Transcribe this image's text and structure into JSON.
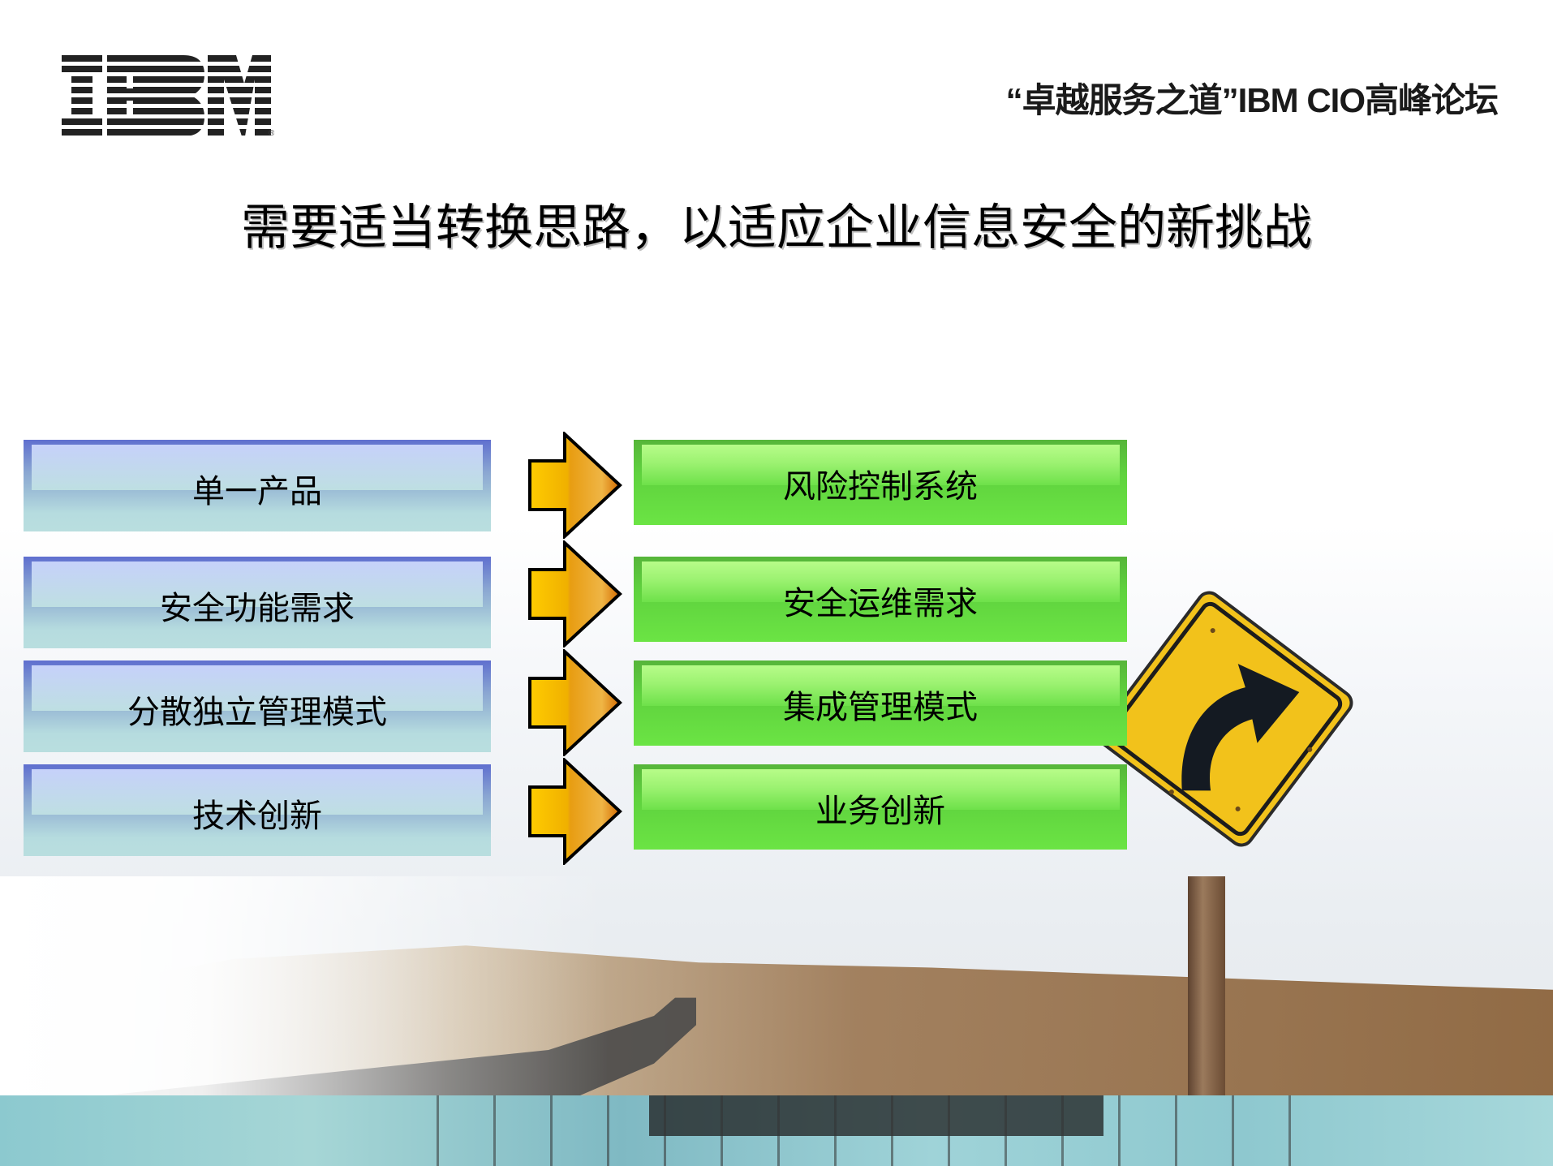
{
  "header": {
    "logo_text": "IBM",
    "forum_title": "“卓越服务之道”IBM CIO高峰论坛"
  },
  "slide": {
    "title": "需要适当转换思路，以适应企业信息安全的新挑战"
  },
  "diagram": {
    "from": [
      {
        "label": "单一产品"
      },
      {
        "label": "安全功能需求"
      },
      {
        "label": "分散独立管理模式"
      },
      {
        "label": "技术创新"
      }
    ],
    "to": [
      {
        "label": "风险控制系统"
      },
      {
        "label": "安全运维需求"
      },
      {
        "label": "集成管理模式"
      },
      {
        "label": "业务创新"
      }
    ],
    "arrow_icon": "right-arrow-icon"
  },
  "colors": {
    "old_box_border": "#5f6fcf",
    "old_box_fill": "#b9dedf",
    "new_box_border": "#56b53a",
    "new_box_fill": "#6be444",
    "arrow_light": "#ffcc00",
    "arrow_dark": "#d46a00",
    "sign_yellow": "#f2c21b"
  },
  "decor": {
    "sign_icon": "curve-right-road-sign-icon",
    "photo": "winding-road-photo"
  }
}
